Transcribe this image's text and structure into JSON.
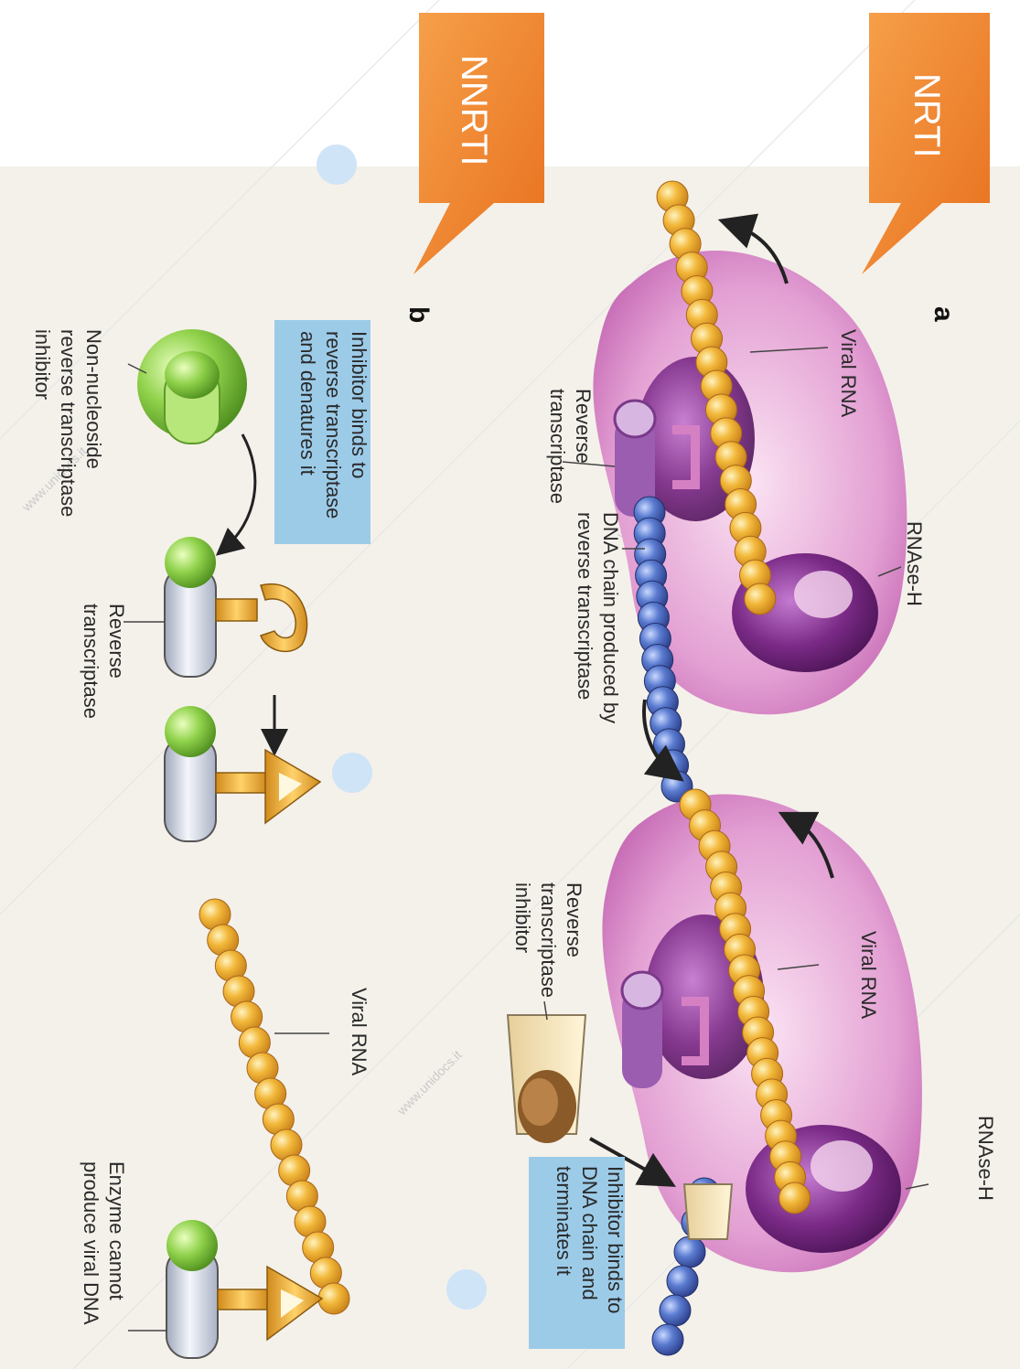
{
  "tags": {
    "nrti": "NRTI",
    "nnrti": "NNRTI"
  },
  "panels": {
    "a": "a",
    "b": "b"
  },
  "labels": {
    "viral_rna_1": "Viral RNA",
    "rnase_h_1": "RNAse-H",
    "reverse_transcriptase_1": [
      "Reverse",
      "transcriptase"
    ],
    "dna_chain": [
      "DNA chain produced by",
      "reverse transcriptase"
    ],
    "viral_rna_2": "Viral RNA",
    "rnase_h_2": "RNAse-H",
    "rt_inhibitor": [
      "Reverse",
      "transcriptase",
      "inhibitor"
    ],
    "nrti_box": [
      "Inhibitor binds to",
      "DNA chain and",
      "terminates it"
    ],
    "nnrti_box": [
      "Inhibitor binds to",
      "reverse transcriptase",
      "and denatures it"
    ],
    "nnrt_inhibitor": [
      "Non-nucleoside",
      "reverse transcriptase",
      "inhibitor"
    ],
    "reverse_transcriptase_2": [
      "Reverse",
      "transcriptase"
    ],
    "viral_rna_3": "Viral RNA",
    "enzyme_cannot": [
      "Enzyme cannot",
      "produce viral DNA"
    ]
  },
  "watermark": "www.unidocs.it",
  "colors": {
    "tag_orange": "#f0822a",
    "rna_bead": "#f2b83a",
    "dna_bead": "#4d6fc4",
    "enzyme_pink": "#d98ac8",
    "enzyme_purple": "#7a2a86",
    "inhibitor_green": "#8fd14a",
    "info_box": "#9ccbe8",
    "background": "#f4f1ea"
  }
}
